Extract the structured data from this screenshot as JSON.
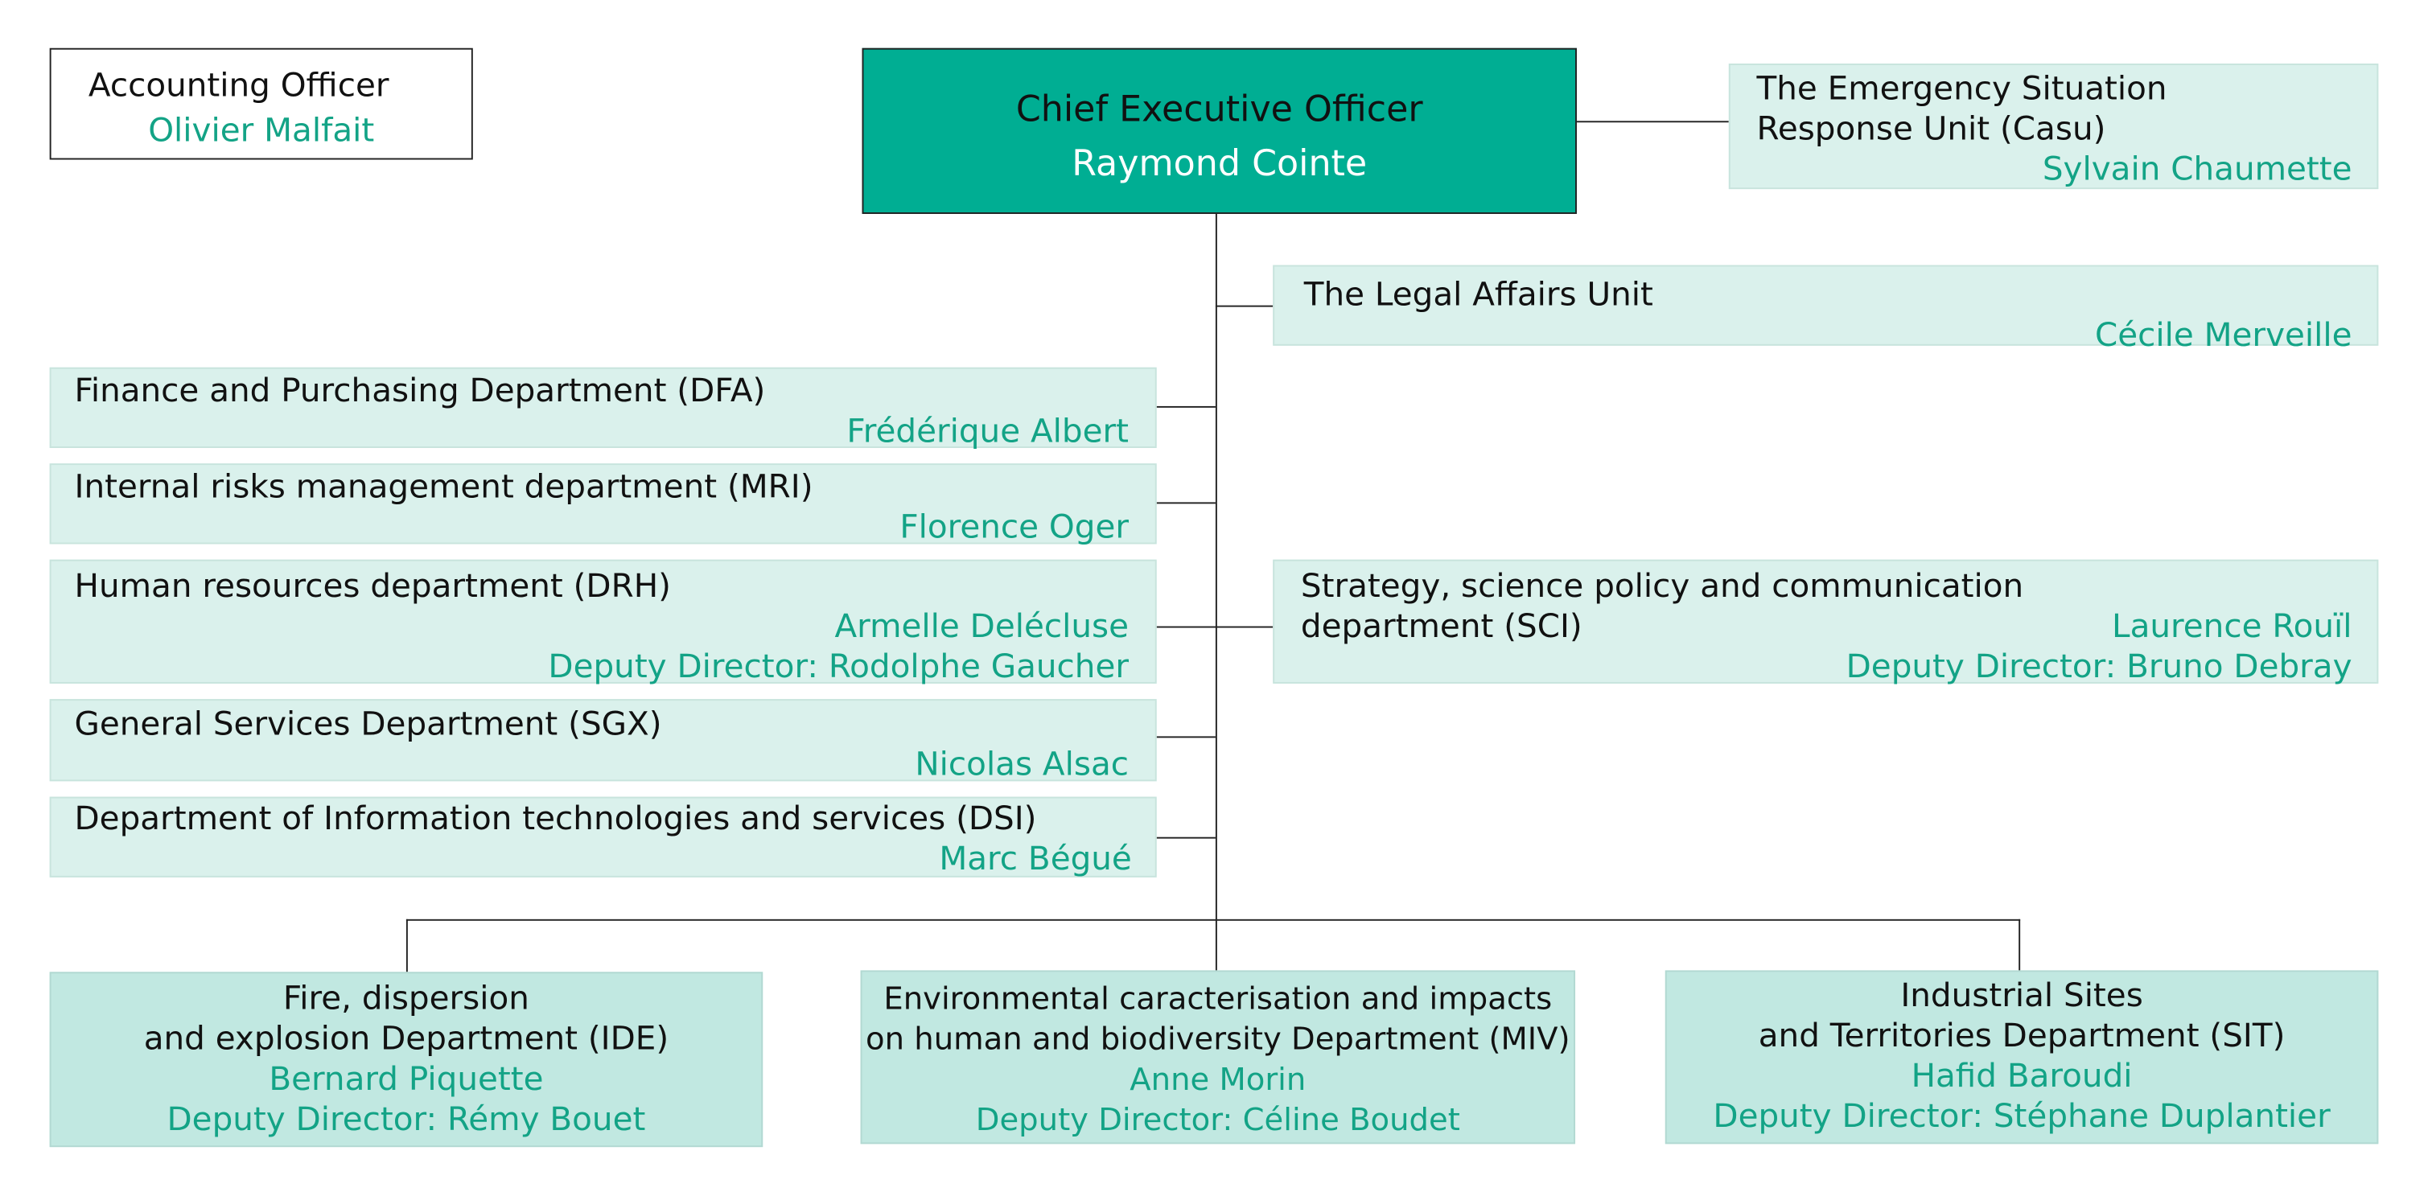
{
  "accounting": {
    "title": "Accounting Officer",
    "name": "Olivier Malfait"
  },
  "ceo": {
    "title": "Chief Executive Officer",
    "name": "Raymond Cointe"
  },
  "casu": {
    "title_line1": "The Emergency Situation",
    "title_line2": "Response Unit (Casu)",
    "name": "Sylvain Chaumette"
  },
  "legal": {
    "title": "The Legal Affairs Unit",
    "name": "Cécile Merveille"
  },
  "dfa": {
    "title": "Finance and Purchasing Department (DFA)",
    "name": "Frédérique Albert"
  },
  "mri": {
    "title": "Internal risks management department (MRI)",
    "name": "Florence Oger"
  },
  "drh": {
    "title": "Human resources department (DRH)",
    "name": "Armelle Delécluse",
    "deputy": "Deputy Director: Rodolphe Gaucher"
  },
  "sgx": {
    "title": "General Services Department (SGX)",
    "name": "Nicolas Alsac"
  },
  "dsi": {
    "title": "Department of Information technologies and services (DSI)",
    "name": "Marc Bégué"
  },
  "sci": {
    "title_line1": "Strategy, science policy and communication",
    "title_line2": "department (SCI)",
    "name": "Laurence Rouïl",
    "deputy": "Deputy Director: Bruno Debray"
  },
  "ide": {
    "title_line1": "Fire, dispersion",
    "title_line2": "and explosion Department (IDE)",
    "name": "Bernard Piquette",
    "deputy": "Deputy Director: Rémy Bouet"
  },
  "miv": {
    "title_line1": "Environmental caracterisation and impacts",
    "title_line2": "on human and biodiversity Department (MIV)",
    "name": "Anne Morin",
    "deputy": "Deputy Director: Céline Boudet"
  },
  "sit": {
    "title_line1": "Industrial Sites",
    "title_line2": "and Territories Department (SIT)",
    "name": "Hafid Baroudi",
    "deputy": "Deputy Director: Stéphane Duplantier"
  },
  "colors": {
    "ceo_fill": "#00ae93",
    "accent_text": "#13a386",
    "light_fill": "#daf1ec",
    "mid_fill": "#c1e8e1"
  }
}
